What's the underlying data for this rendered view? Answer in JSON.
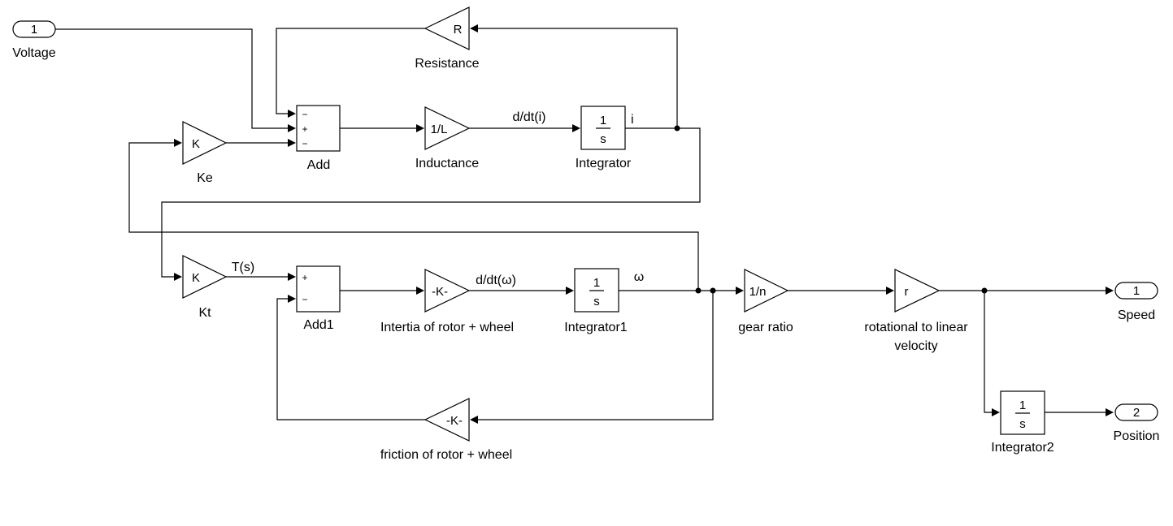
{
  "inports": {
    "voltage": {
      "number": "1",
      "name": "Voltage"
    }
  },
  "outports": {
    "speed": {
      "number": "1",
      "name": "Speed"
    },
    "position": {
      "number": "2",
      "name": "Position"
    }
  },
  "blocks": {
    "resistance": {
      "glyph": "R",
      "name": "Resistance"
    },
    "ke": {
      "glyph": "K",
      "name": "Ke"
    },
    "add": {
      "name": "Add",
      "signs": [
        "−",
        "+",
        "−"
      ]
    },
    "inductance": {
      "glyph": "1/L",
      "name": "Inductance"
    },
    "integrator": {
      "num": "1",
      "den": "s",
      "name": "Integrator"
    },
    "kt": {
      "glyph": "K",
      "name": "Kt"
    },
    "add1": {
      "name": "Add1",
      "signs": [
        "+",
        "−"
      ]
    },
    "inertia": {
      "glyph": "-K-",
      "name": "Intertia of rotor + wheel"
    },
    "integrator1": {
      "num": "1",
      "den": "s",
      "name": "Integrator1"
    },
    "friction": {
      "glyph": "-K-",
      "name": "friction of rotor + wheel"
    },
    "gear_ratio": {
      "glyph": "1/n",
      "name": "gear ratio"
    },
    "rot_to_lin": {
      "glyph": "r",
      "name_line1": "rotational to linear",
      "name_line2": "velocity"
    },
    "integrator2": {
      "num": "1",
      "den": "s",
      "name": "Integrator2"
    }
  },
  "signals": {
    "didt": "d/dt(i)",
    "i": "i",
    "torque": "T(s)",
    "dwdt": "d/dt(ω)",
    "omega": "ω"
  }
}
